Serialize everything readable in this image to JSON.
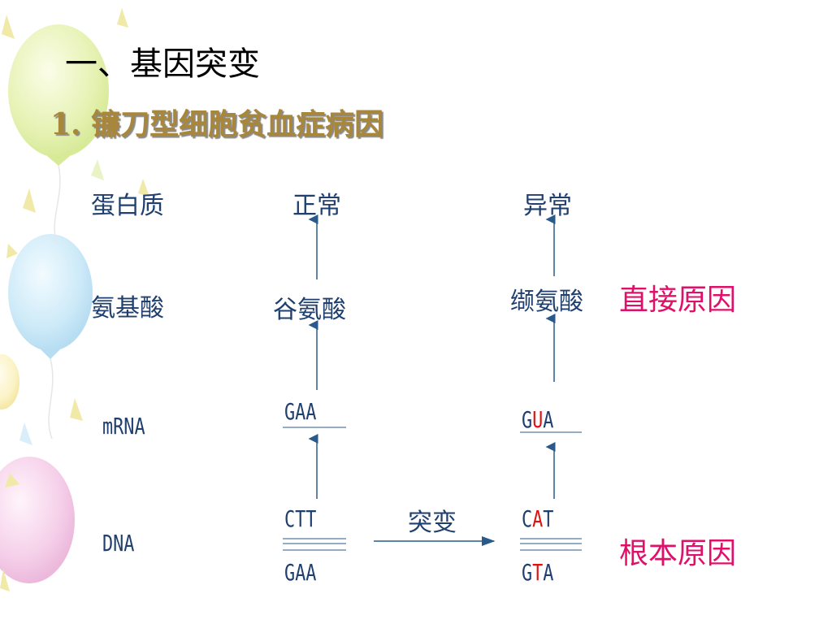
{
  "slide": {
    "heading": "一、基因突变",
    "subheading": "1. 镰刀型细胞贫血症病因"
  },
  "rows": {
    "protein": "蛋白质",
    "amino_acid": "氨基酸",
    "mrna": "mRNA",
    "dna": "DNA"
  },
  "normal": {
    "protein": "正常",
    "amino_acid": "谷氨酸",
    "mrna": [
      "G",
      "A",
      "A"
    ],
    "dna_top": [
      "C",
      "T",
      "T"
    ],
    "dna_bottom": [
      "G",
      "A",
      "A"
    ]
  },
  "abnormal": {
    "protein": "异常",
    "amino_acid": "缬氨酸",
    "mrna": [
      "G",
      "U",
      "A"
    ],
    "dna_top": [
      "C",
      "A",
      "T"
    ],
    "dna_bottom": [
      "G",
      "T",
      "A"
    ]
  },
  "mutation_label": "突变",
  "causes": {
    "direct": "直接原因",
    "root": "根本原因"
  },
  "colors": {
    "text": "#1f3f6f",
    "highlight": "#e01010",
    "cause": "#e0106a",
    "subheading": "#a8863a",
    "arrow": "#2a5a8a"
  }
}
